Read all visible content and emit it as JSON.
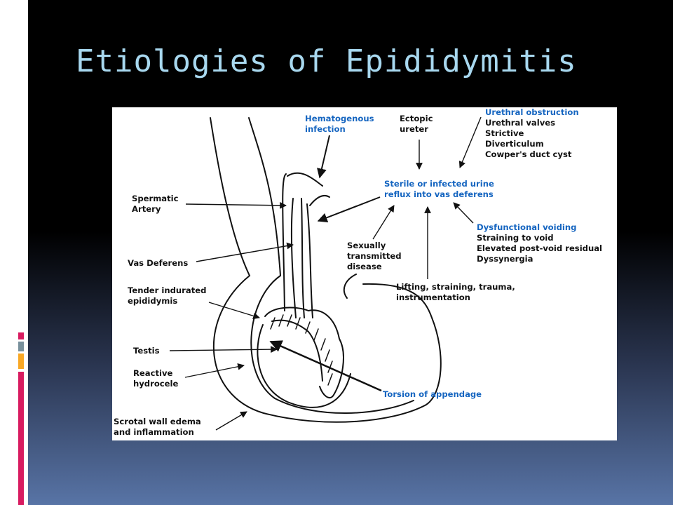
{
  "slide": {
    "title": "Etiologies of Epididymitis",
    "accent_colors": [
      "#d81b60",
      "#78909c",
      "#f9a825",
      "#d81b60"
    ]
  },
  "diagram": {
    "colors": {
      "blue_text": "#1565c0",
      "black_text": "#111111",
      "line": "#111111"
    },
    "labels": {
      "spermatic_artery": [
        "Spermatic",
        "Artery"
      ],
      "vas_deferens": [
        "Vas Deferens"
      ],
      "tender_epididymis": [
        "Tender indurated",
        "epididymis"
      ],
      "testis": [
        "Testis"
      ],
      "reactive_hydrocele": [
        "Reactive",
        "hydrocele"
      ],
      "scrotal_wall": [
        "Scrotal wall edema",
        "and inflammation"
      ],
      "hematogenous": [
        "Hematogenous",
        "infection"
      ],
      "ectopic_ureter": [
        "Ectopic",
        "ureter"
      ],
      "urethral_obstruction_title": "Urethral obstruction",
      "urethral_obstruction_items": [
        "Urethral valves",
        "Strictive",
        "Diverticulum",
        "Cowper's duct cyst"
      ],
      "reflux": [
        "Sterile or infected urine",
        "reflux into vas deferens"
      ],
      "dysfunctional_voiding_title": "Dysfunctional voiding",
      "dysfunctional_voiding_items": [
        "Straining to void",
        "Elevated post-void residual",
        "Dyssynergia"
      ],
      "std": [
        "Sexually",
        "transmitted",
        "disease"
      ],
      "lifting": [
        "Lifting, straining, trauma,",
        "instrumentation"
      ],
      "torsion": [
        "Torsion of appendage"
      ]
    }
  }
}
